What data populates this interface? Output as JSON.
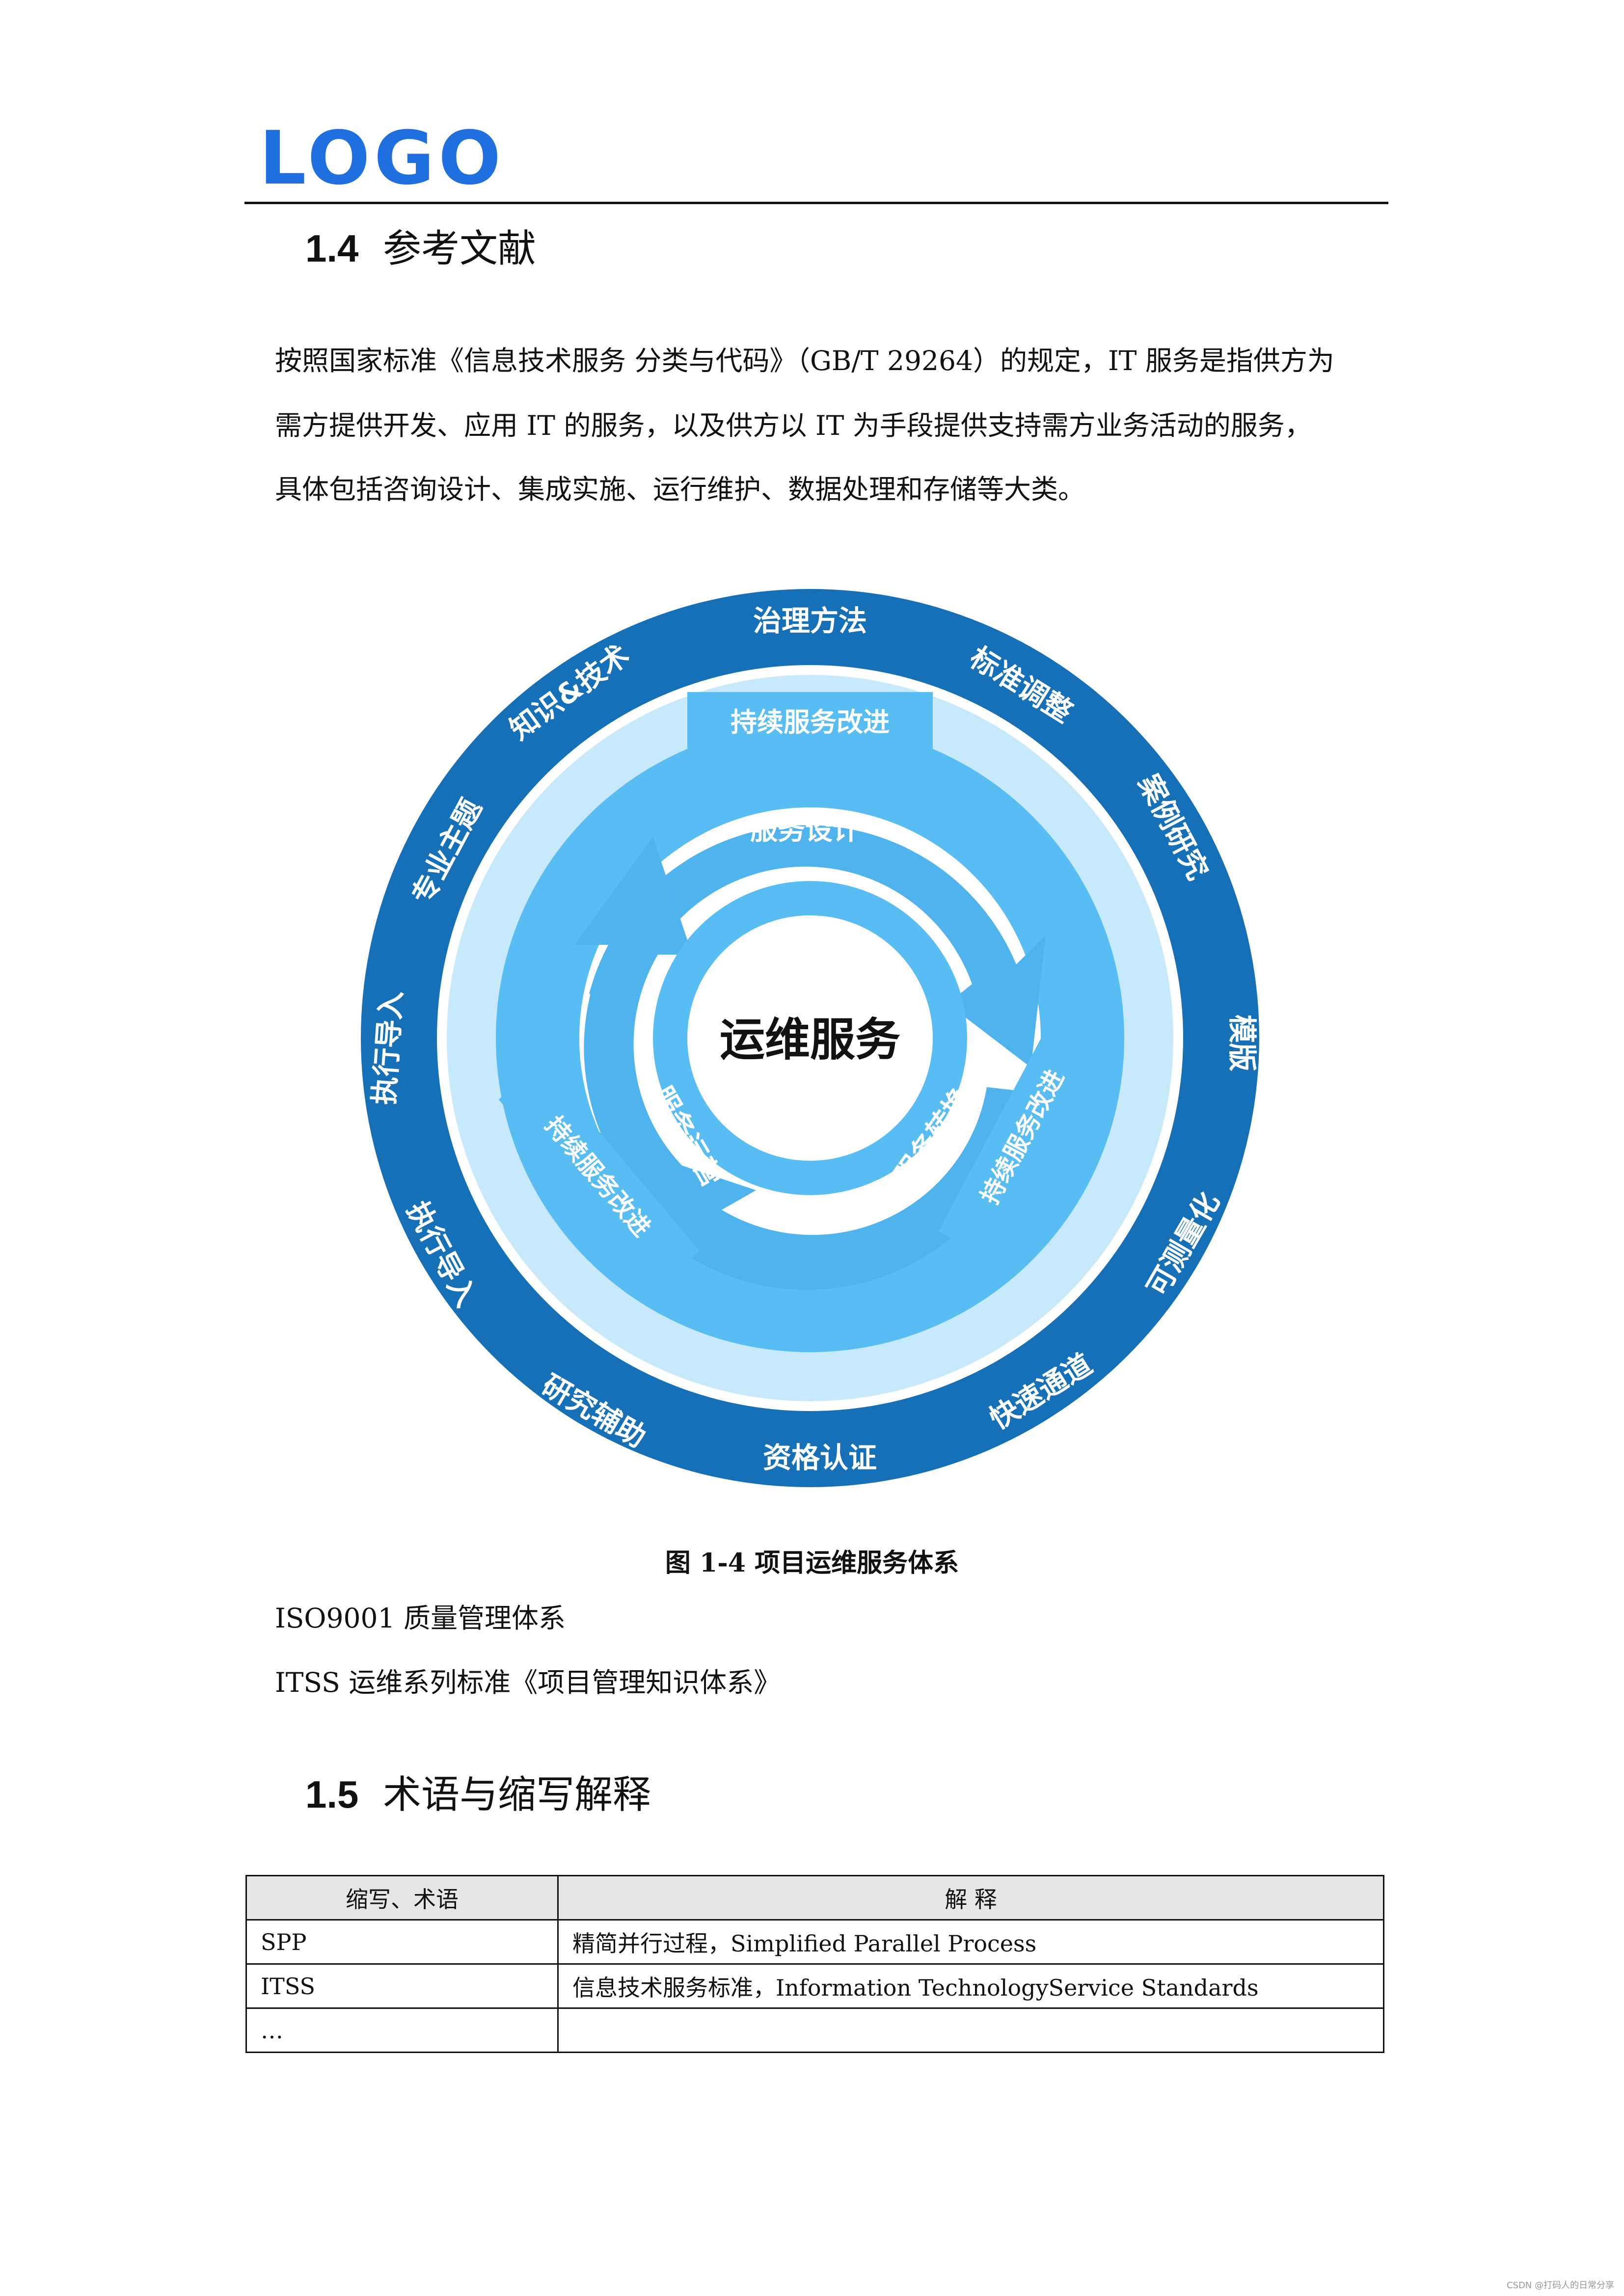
{
  "logo": "LOGO",
  "section_1_4": {
    "number": "1.4",
    "title": "参考文献"
  },
  "paragraph_lines": [
    "按照国家标准《信息技术服务  分类与代码》（GB/T 29264）的规定，IT 服务是指供方为",
    "需方提供开发、应用 IT 的服务，以及供方以 IT 为手段提供支持需方业务活动的服务，",
    "具体包括咨询设计、集成实施、运行维护、数据处理和存储等大类。"
  ],
  "figure": {
    "center": "运维服务",
    "inner_arrows": [
      "服务设计",
      "服务转换",
      "服务运营"
    ],
    "improvement_bands": [
      "持续服务改进",
      "持续服务改进",
      "持续服务改进"
    ],
    "outer_ring": [
      "治理方法",
      "标准调整",
      "案例研究",
      "模版",
      "可测量化",
      "快速通道",
      "资格认证",
      "研究辅助",
      "执行导入",
      "执行导入",
      "专业主题",
      "知识&技术"
    ],
    "caption": "图 1-4  项目运维服务体系",
    "colors": {
      "outer": "#1570b8",
      "light": "#c6e9fb",
      "mid": "#58bdf2",
      "arrow": "#4fb3ee"
    }
  },
  "references": [
    "ISO9001 质量管理体系",
    "ITSS 运维系列标准《项目管理知识体系》"
  ],
  "section_1_5": {
    "number": "1.5",
    "title": "术语与缩写解释"
  },
  "table": {
    "headers": [
      "缩写、术语",
      "解  释"
    ],
    "rows": [
      [
        "SPP",
        "精简并行过程，Simplified  Parallel  Process"
      ],
      [
        "ITSS",
        "信息技术服务标准，Information  TechnologyService  Standards"
      ],
      [
        "…",
        ""
      ]
    ]
  },
  "watermark": "CSDN @打码人的日常分享"
}
